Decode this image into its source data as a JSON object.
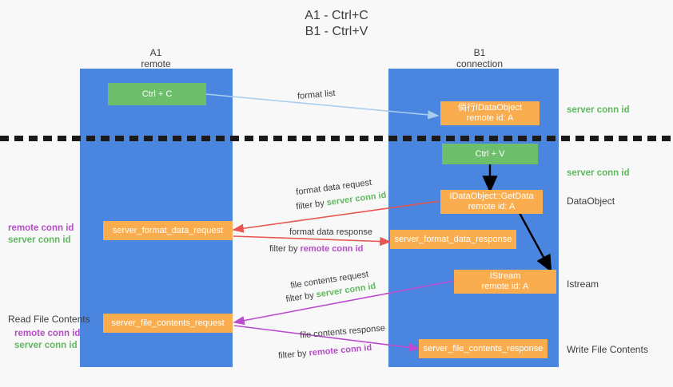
{
  "title": {
    "line1": "A1 - Ctrl+C",
    "line2": "B1 - Ctrl+V"
  },
  "columns": [
    {
      "name": "A1",
      "sub": "remote"
    },
    {
      "name": "B1",
      "sub": "connection"
    }
  ],
  "colors": {
    "lane": "#4a86e0",
    "green_box": "#6dbf6b",
    "orange_box": "#f9ad4e",
    "server_conn_id": "#5fb85f",
    "remote_conn_id": "#b44ec4",
    "arrow_blue": "#a8cdf0",
    "arrow_red": "#e8564f",
    "arrow_purple": "#bb4bcf",
    "arrow_black": "#000000",
    "background": "#f8f8f8"
  },
  "boxes": {
    "ctrl_c": {
      "line1": "Ctrl + C",
      "line2": ""
    },
    "ctrl_v": {
      "line1": "Ctrl + V",
      "line2": ""
    },
    "idataobject": {
      "line1": "倘行IDataObject",
      "line2": "remote id: A"
    },
    "idataobject_getdata": {
      "line1": "IDataObject::GetData",
      "line2": "remote id: A"
    },
    "istream": {
      "line1": "IStream",
      "line2": "remote id: A"
    },
    "server_format_data_request": {
      "line1": "server_format_data_request",
      "line2": ""
    },
    "server_format_data_response": {
      "line1": "server_format_data_response",
      "line2": ""
    },
    "server_file_contents_request": {
      "line1": "server_file_contents_request",
      "line2": ""
    },
    "server_file_contents_response": {
      "line1": "server_file_contents_response",
      "line2": ""
    }
  },
  "right_labels": {
    "server_conn_id_top": "server conn id",
    "server_conn_id_mid": "server conn id",
    "dataobject": "DataObject",
    "istream": "Istream",
    "write_file_contents": "Write File Contents"
  },
  "left_labels": {
    "remote_conn_id_mid": "remote conn id",
    "server_conn_id_mid": "server conn id",
    "read_file_contents": "Read File Contents",
    "remote_conn_id_bottom": "remote conn id",
    "server_conn_id_bottom": "server conn id"
  },
  "edge_captions": {
    "format_list": "format list",
    "format_data_request": "format data request",
    "format_data_request_filter_prefix": "filter by ",
    "format_data_request_filter_key": "server conn id",
    "format_data_response": "format data response",
    "format_data_response_filter_prefix": "filter by ",
    "format_data_response_filter_key": "remote conn id",
    "file_contents_request": "file contents request",
    "file_contents_request_filter_prefix": "filter by ",
    "file_contents_request_filter_key": "server conn id",
    "file_contents_response": "file contents response",
    "file_contents_response_filter_prefix": "filter by ",
    "file_contents_response_filter_key": "remote conn id"
  }
}
